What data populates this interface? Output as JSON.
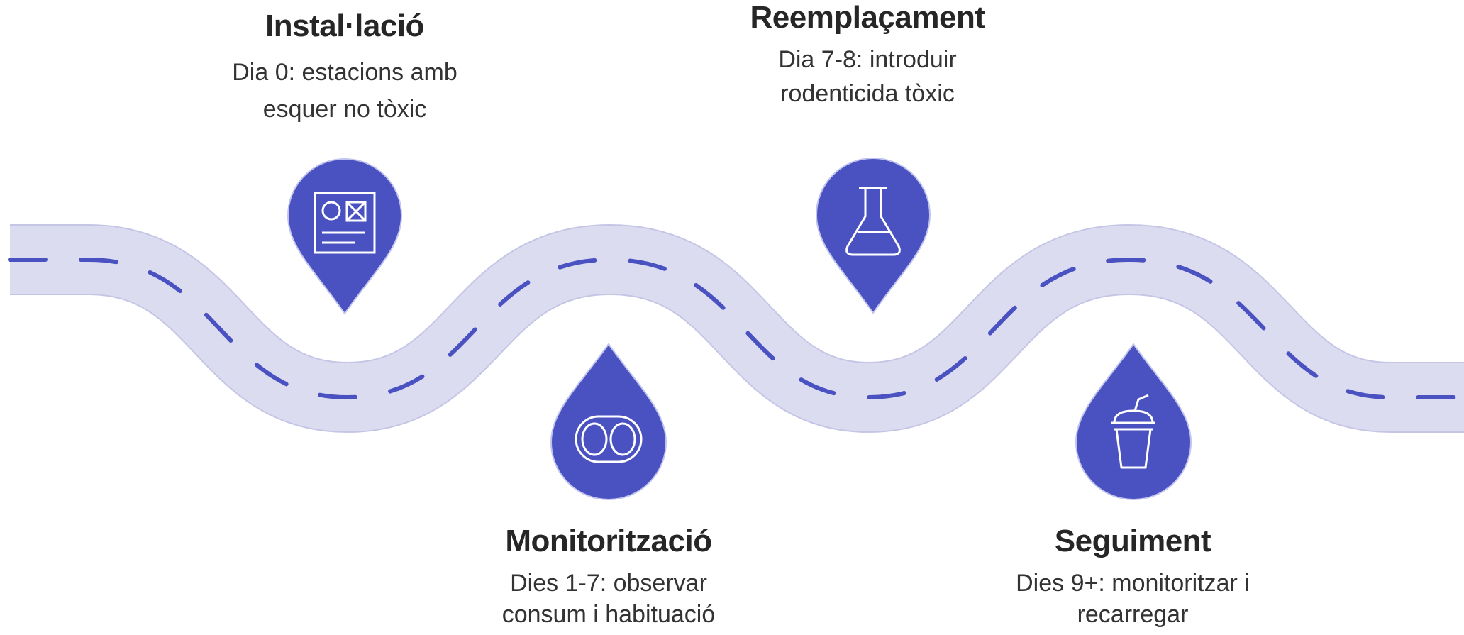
{
  "colors": {
    "road": "#dcdcf1",
    "road_edge": "#c5c5e6",
    "dash": "#4a51c0",
    "marker": "#4a51c0",
    "icon_stroke": "#ffffff"
  },
  "steps": [
    {
      "title": "Instal·lació",
      "description": "Dia 0: estacions amb esquer no tòxic",
      "icon": "bait-station-icon",
      "marker_shape": "pin-down"
    },
    {
      "title": "Monitorització",
      "description": "Dies 1-7: observar consum i habituació",
      "icon": "eyes-icon",
      "marker_shape": "drop-up"
    },
    {
      "title": "Reemplaçament",
      "description": "Dia 7-8: introduir rodenticida tòxic",
      "icon": "flask-icon",
      "marker_shape": "pin-down"
    },
    {
      "title": "Seguiment",
      "description": "Dies 9+: monitoritzar i recarregar",
      "icon": "cup-icon",
      "marker_shape": "drop-up"
    }
  ]
}
